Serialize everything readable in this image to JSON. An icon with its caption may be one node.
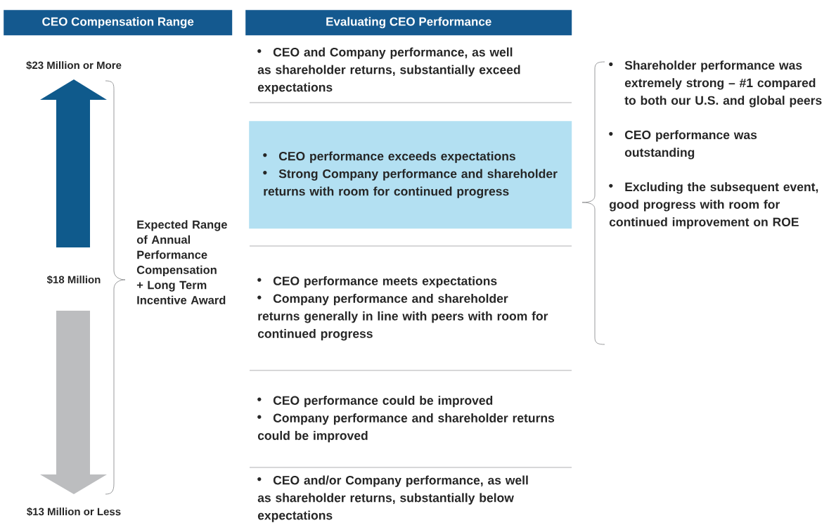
{
  "diagram": {
    "nodes": [
      {
        "text": [
          "CEO Compensation Range"
        ]
      },
      {
        "text": [
          "Evaluating CEO Performance"
        ]
      },
      {
        "text": [
          "CEO and Company performance, as well as shareholder returns, substantially exceed expectations"
        ]
      },
      {
        "text": [
          "CEO performance exceeds expectations",
          "Strong Company performance and shareholder returns with room for continued progress"
        ]
      },
      {
        "text": [
          "CEO performance meets expectations",
          "Company performance and shareholder returns generally in line with peers with room for continued progress"
        ]
      },
      {
        "text": [
          "CEO performance could be improved",
          "Company performance and shareholder returns could be improved"
        ]
      },
      {
        "text": [
          "CEO and/or Company performance, as well as shareholder returns, substantially below expectations"
        ]
      },
      {
        "text": [
          "Shareholder performance was extremely strong – #1 compared to both our U.S. and global peers",
          "CEO performance was outstanding",
          "Excluding the subsequent event, good progress with room for continued improvement on ROE"
        ]
      }
    ],
    "labels": [
      "$23 Million or More",
      "Expected Range of Annual Performance Compensation + Long Term Incentive Award",
      "$18 Million",
      "$13 Million or Less"
    ]
  }
}
